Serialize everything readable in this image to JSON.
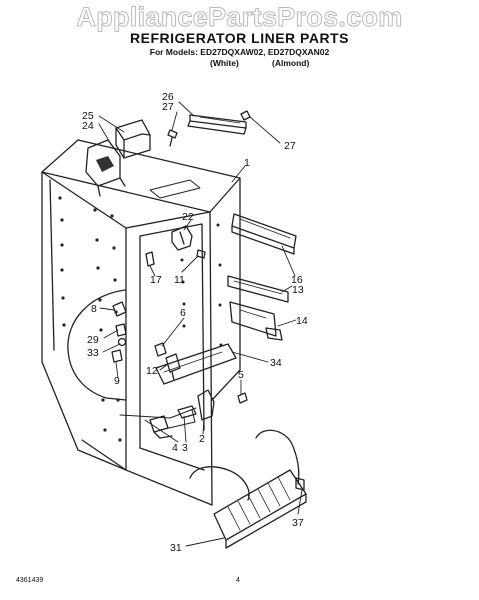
{
  "watermark": "AppliancePartsPros.com",
  "title": "REFRIGERATOR LINER PARTS",
  "models_line": "For Models: ED27DQXAW02, ED27DQXAN02",
  "variants": [
    "(White)",
    "(Almond)"
  ],
  "footer": {
    "doc_number": "4361439",
    "page_number": "4"
  },
  "callouts": [
    "26",
    "27",
    "27",
    "25",
    "24",
    "1",
    "22",
    "17",
    "11",
    "16",
    "13",
    "8",
    "29",
    "33",
    "9",
    "6",
    "14",
    "12",
    "34",
    "5",
    "3",
    "2",
    "4",
    "37",
    "31"
  ]
}
